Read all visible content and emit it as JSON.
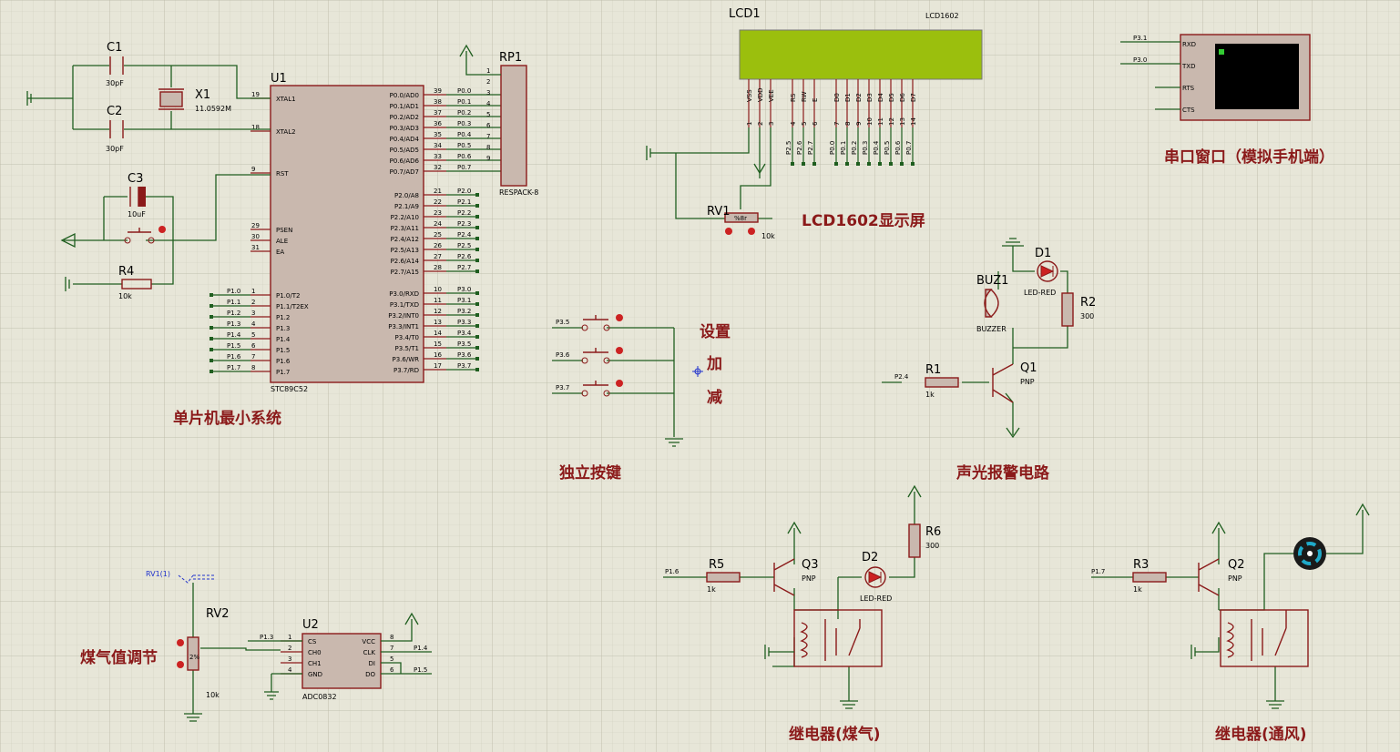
{
  "sections": {
    "mcu": "单片机最小系统",
    "lcd": "LCD1602显示屏",
    "serial": "串口窗口（模拟手机端）",
    "buttons": "独立按键",
    "alarm": "声光报警电路",
    "gas_adjust": "煤气值调节",
    "relay_gas": "继电器(煤气)",
    "relay_fan": "继电器(通风)"
  },
  "button_labels": [
    "设置",
    "加",
    "减"
  ],
  "mcu": {
    "ref": "U1",
    "part": "STC89C52",
    "left_pins": [
      {
        "num": "19",
        "name": "XTAL1"
      },
      {
        "num": "18",
        "name": "XTAL2"
      },
      {
        "num": "9",
        "name": "RST"
      },
      {
        "num": "29",
        "name": "PSEN"
      },
      {
        "num": "30",
        "name": "ALE"
      },
      {
        "num": "31",
        "name": "EA"
      },
      {
        "num": "1",
        "name": "P1.0/T2",
        "net": "P1.0"
      },
      {
        "num": "2",
        "name": "P1.1/T2EX",
        "net": "P1.1"
      },
      {
        "num": "3",
        "name": "P1.2",
        "net": "P1.2"
      },
      {
        "num": "4",
        "name": "P1.3",
        "net": "P1.3"
      },
      {
        "num": "5",
        "name": "P1.4",
        "net": "P1.4"
      },
      {
        "num": "6",
        "name": "P1.5",
        "net": "P1.5"
      },
      {
        "num": "7",
        "name": "P1.6",
        "net": "P1.6"
      },
      {
        "num": "8",
        "name": "P1.7",
        "net": "P1.7"
      }
    ],
    "right_pins": [
      {
        "num": "39",
        "name": "P0.0/AD0",
        "net": "P0.0"
      },
      {
        "num": "38",
        "name": "P0.1/AD1",
        "net": "P0.1"
      },
      {
        "num": "37",
        "name": "P0.2/AD2",
        "net": "P0.2"
      },
      {
        "num": "36",
        "name": "P0.3/AD3",
        "net": "P0.3"
      },
      {
        "num": "35",
        "name": "P0.4/AD4",
        "net": "P0.4"
      },
      {
        "num": "34",
        "name": "P0.5/AD5",
        "net": "P0.5"
      },
      {
        "num": "33",
        "name": "P0.6/AD6",
        "net": "P0.6"
      },
      {
        "num": "32",
        "name": "P0.7/AD7",
        "net": "P0.7"
      },
      {
        "num": "21",
        "name": "P2.0/A8",
        "net": "P2.0"
      },
      {
        "num": "22",
        "name": "P2.1/A9",
        "net": "P2.1"
      },
      {
        "num": "23",
        "name": "P2.2/A10",
        "net": "P2.2"
      },
      {
        "num": "24",
        "name": "P2.3/A11",
        "net": "P2.3"
      },
      {
        "num": "25",
        "name": "P2.4/A12",
        "net": "P2.4"
      },
      {
        "num": "26",
        "name": "P2.5/A13",
        "net": "P2.5"
      },
      {
        "num": "27",
        "name": "P2.6/A14",
        "net": "P2.6"
      },
      {
        "num": "28",
        "name": "P2.7/A15",
        "net": "P2.7"
      },
      {
        "num": "10",
        "name": "P3.0/RXD",
        "net": "P3.0"
      },
      {
        "num": "11",
        "name": "P3.1/TXD",
        "net": "P3.1"
      },
      {
        "num": "12",
        "name": "P3.2/INT0",
        "net": "P3.2"
      },
      {
        "num": "13",
        "name": "P3.3/INT1",
        "net": "P3.3"
      },
      {
        "num": "14",
        "name": "P3.4/T0",
        "net": "P3.4"
      },
      {
        "num": "15",
        "name": "P3.5/T1",
        "net": "P3.5"
      },
      {
        "num": "16",
        "name": "P3.6/WR",
        "net": "P3.6"
      },
      {
        "num": "17",
        "name": "P3.7/RD",
        "net": "P3.7"
      }
    ]
  },
  "rp1": {
    "ref": "RP1",
    "part": "RESPACK-8",
    "pins": [
      "1",
      "2",
      "3",
      "4",
      "5",
      "6",
      "7",
      "8",
      "9"
    ]
  },
  "crystal": {
    "ref": "X1",
    "value": "11.0592M"
  },
  "c1": {
    "ref": "C1",
    "value": "30pF"
  },
  "c2": {
    "ref": "C2",
    "value": "30pF"
  },
  "c3": {
    "ref": "C3",
    "value": "10uF"
  },
  "r4": {
    "ref": "R4",
    "value": "10k"
  },
  "lcd": {
    "ref": "LCD1",
    "part": "LCD1602",
    "pins": [
      {
        "name": "VSS",
        "num": "1"
      },
      {
        "name": "VDD",
        "num": "2"
      },
      {
        "name": "VEE",
        "num": "3"
      },
      {
        "name": "RS",
        "num": "4",
        "net": "P2.5"
      },
      {
        "name": "RW",
        "num": "5",
        "net": "P2.6"
      },
      {
        "name": "E",
        "num": "6",
        "net": "P2.7"
      },
      {
        "name": "D0",
        "num": "7",
        "net": "P0.0"
      },
      {
        "name": "D1",
        "num": "8",
        "net": "P0.1"
      },
      {
        "name": "D2",
        "num": "9",
        "net": "P0.2"
      },
      {
        "name": "D3",
        "num": "10",
        "net": "P0.3"
      },
      {
        "name": "D4",
        "num": "11",
        "net": "P0.4"
      },
      {
        "name": "D5",
        "num": "12",
        "net": "P0.5"
      },
      {
        "name": "D6",
        "num": "13",
        "net": "P0.6"
      },
      {
        "name": "D7",
        "num": "14",
        "net": "P0.7"
      }
    ]
  },
  "rv1": {
    "ref": "RV1",
    "value": "10k",
    "percent": "%8r"
  },
  "terminal": {
    "pins": [
      "RXD",
      "TXD",
      "RTS",
      "CTS"
    ],
    "nets": [
      "P3.1",
      "P3.0"
    ]
  },
  "buttons": {
    "nets": [
      "P3.5",
      "P3.6",
      "P3.7"
    ]
  },
  "alarm": {
    "d1": {
      "ref": "D1",
      "part": "LED-RED"
    },
    "buz": {
      "ref": "BUZ1",
      "part": "BUZZER"
    },
    "r2": {
      "ref": "R2",
      "value": "300"
    },
    "r1": {
      "ref": "R1",
      "value": "1k"
    },
    "q1": {
      "ref": "Q1",
      "part": "PNP"
    },
    "net": "P2.4"
  },
  "rv2": {
    "ref": "RV2",
    "value": "10k",
    "percent": "2%",
    "probe": "RV1(1)"
  },
  "adc": {
    "ref": "U2",
    "part": "ADC0832",
    "left_pins": [
      {
        "num": "1",
        "name": "CS"
      },
      {
        "num": "2",
        "name": "CH0"
      },
      {
        "num": "3",
        "name": "CH1"
      },
      {
        "num": "4",
        "name": "GND"
      }
    ],
    "right_pins": [
      {
        "num": "8",
        "name": "VCC"
      },
      {
        "num": "7",
        "name": "CLK"
      },
      {
        "num": "5",
        "name": "DI"
      },
      {
        "num": "6",
        "name": "DO"
      }
    ],
    "nets": {
      "cs": "P1.3",
      "clk": "P1.4",
      "do": "P1.5"
    }
  },
  "relay_gas": {
    "r5": {
      "ref": "R5",
      "value": "1k"
    },
    "q3": {
      "ref": "Q3",
      "part": "PNP"
    },
    "d2": {
      "ref": "D2",
      "part": "LED-RED"
    },
    "r6": {
      "ref": "R6",
      "value": "300"
    },
    "net": "P1.6"
  },
  "relay_fan": {
    "r3": {
      "ref": "R3",
      "value": "1k"
    },
    "q2": {
      "ref": "Q2",
      "part": "PNP"
    },
    "net": "P1.7"
  }
}
